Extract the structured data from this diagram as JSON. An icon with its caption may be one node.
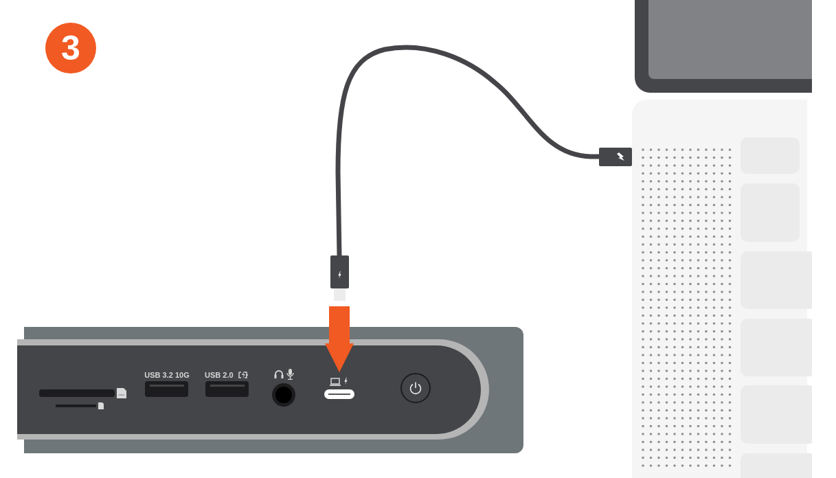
{
  "diagram": {
    "nodes": [
      {
        "text": [
          "3"
        ]
      },
      {
        "text": [],
        "shape": "box"
      },
      {
        "text": [],
        "shape": "box",
        "in": 1
      },
      {
        "text": [],
        "shape": "picture"
      },
      {
        "text": [],
        "shape": "box"
      }
    ],
    "edges": [
      {
        "from": 3,
        "to": 4,
        "arrow": "none",
        "color": "#454549"
      },
      {
        "from": 4,
        "to": 2,
        "arrow": "to",
        "style": "thick",
        "color": "#f15a22"
      }
    ],
    "labels": [
      "USB 3.2 10G",
      "USB 2.0"
    ]
  }
}
